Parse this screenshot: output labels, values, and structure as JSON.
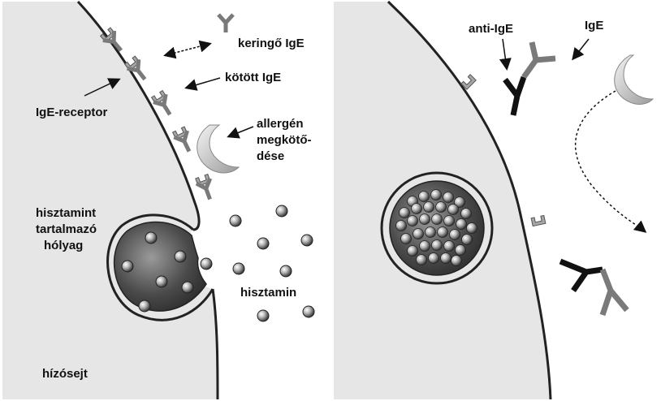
{
  "left_panel": {
    "labels": {
      "circulating_ige": "keringő IgE",
      "bound_ige": "kötött IgE",
      "ige_receptor": "IgE-receptor",
      "allergen_binding_line1": "allergén",
      "allergen_binding_line2": "megkötő-",
      "allergen_binding_line3": "dése",
      "vesicle_line1": "hisztamint",
      "vesicle_line2": "tartalmazó",
      "vesicle_line3": "hólyag",
      "histamine": "hisztamin",
      "mast_cell": "hízósejt"
    }
  },
  "right_panel": {
    "labels": {
      "anti_ige": "anti-IgE",
      "ige": "IgE"
    }
  },
  "colors": {
    "cell_fill": "#e6e6e6",
    "membrane": "#222222",
    "receptor": "#9a9a9a",
    "ige_gray": "#7a7a7a",
    "anti_ige": "#111111",
    "allergen": "#cfcfcf",
    "vesicle_dark": "#3a3a3a",
    "background": "#ffffff"
  }
}
